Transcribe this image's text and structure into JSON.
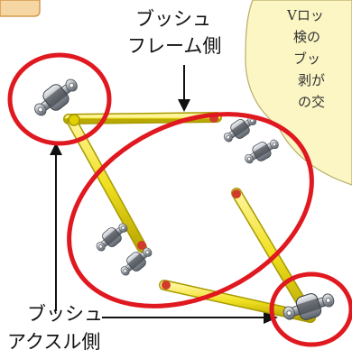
{
  "labels": {
    "frame_side_line1": "ブッシュ",
    "frame_side_line2": "フレーム側",
    "axle_side_line1": "ブッシュ",
    "axle_side_line2": "アクスル側"
  },
  "note_lines": [
    "Vロッ",
    "検の",
    "ブッ",
    "剥が",
    "の交"
  ],
  "colors": {
    "highlight_circle": "#e0181f",
    "rod": "#f0e020",
    "rod_shade": "#c9b800",
    "bushing_metal": "#8a8f96",
    "note_fill": "#fbf6c4",
    "note_border": "#b9ad6a",
    "tab_fill": "#f6d7a4",
    "tab_border": "#d29a4d"
  }
}
